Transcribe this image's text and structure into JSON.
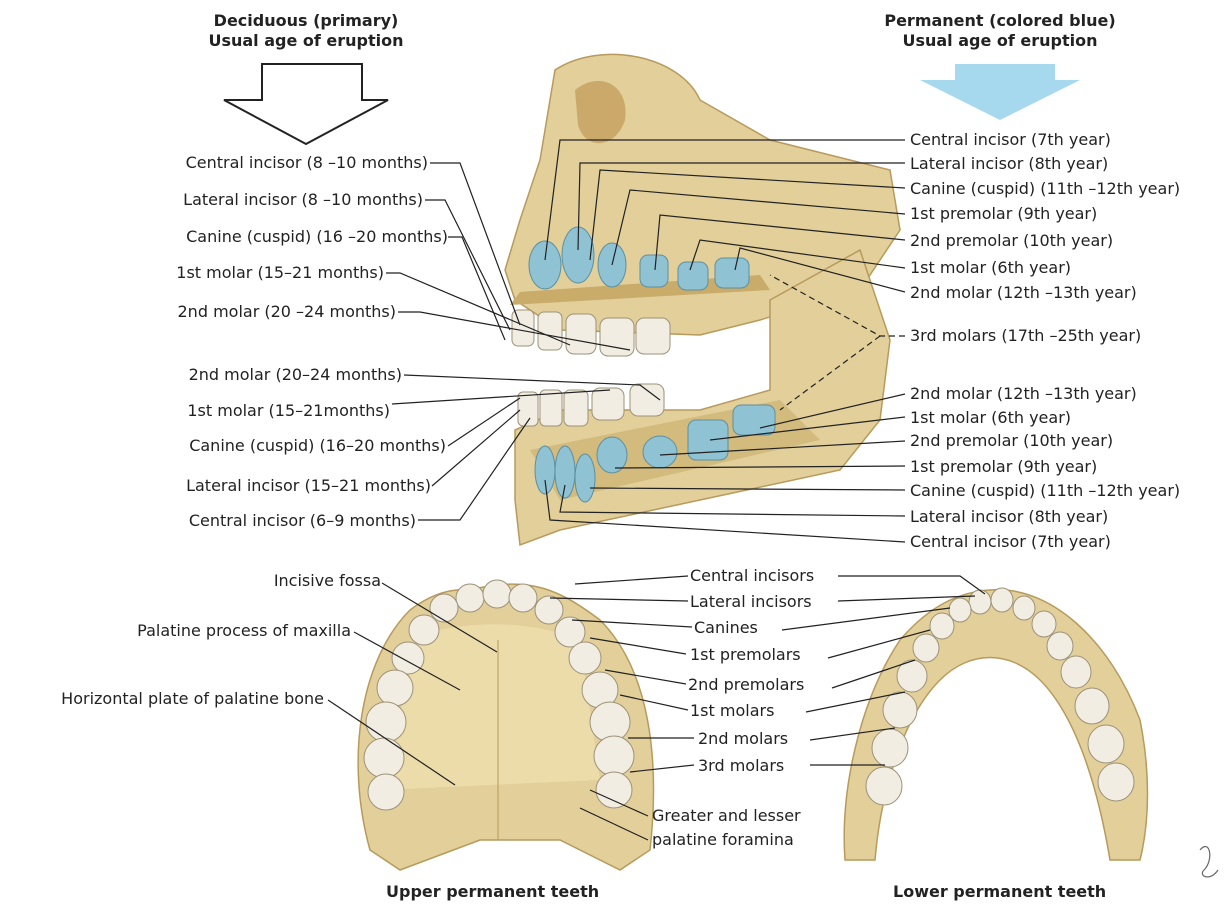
{
  "headers": {
    "deciduous": {
      "line1": "Deciduous (primary)",
      "line2": "Usual age of eruption"
    },
    "permanent": {
      "line1": "Permanent (colored blue)",
      "line2": "Usual age of eruption"
    }
  },
  "upper_deciduous": [
    "Central incisor (8 –10 months)",
    "Lateral incisor (8 –10 months)",
    "Canine (cuspid) (16 –20 months)",
    "1st molar (15–21 months)",
    "2nd molar (20 –24 months)"
  ],
  "lower_deciduous": [
    "2nd molar (20–24 months)",
    "1st molar (15–21months)",
    "Canine (cuspid) (16–20 months)",
    "Lateral incisor (15–21 months)",
    "Central incisor (6–9 months)"
  ],
  "upper_permanent": [
    "Central incisor (7th year)",
    "Lateral incisor (8th year)",
    "Canine (cuspid) (11th –12th year)",
    "1st premolar (9th year)",
    "2nd premolar (10th year)",
    "1st molar (6th year)",
    "2nd molar (12th –13th year)"
  ],
  "third_molars": "3rd molars (17th –25th year)",
  "lower_permanent": [
    "2nd molar (12th –13th year)",
    "1st molar (6th year)",
    "2nd premolar (10th year)",
    "1st premolar (9th year)",
    "Canine (cuspid) (11th –12th year)",
    "Lateral incisor (8th year)",
    "Central incisor (7th year)"
  ],
  "arch_middle": [
    "Central incisors",
    "Lateral incisors",
    "Canines",
    "1st premolars",
    "2nd premolars",
    "1st molars",
    "2nd molars",
    "3rd molars"
  ],
  "arch_left": {
    "incisive_fossa": "Incisive fossa",
    "palatine_process": "Palatine process of maxilla",
    "horizontal_plate": "Horizontal plate of palatine bone"
  },
  "foramina": {
    "line1": "Greater and lesser",
    "line2": "palatine foramina"
  },
  "captions": {
    "upper": "Upper permanent teeth",
    "lower": "Lower permanent teeth"
  },
  "colors": {
    "bone": "#e2cf9a",
    "bone_shadow": "#b79a5c",
    "permanent_teeth": "#8fc3d4",
    "deciduous_teeth": "#f1ede2",
    "arrow_blue": "#a6d9ee",
    "line": "#222222"
  }
}
